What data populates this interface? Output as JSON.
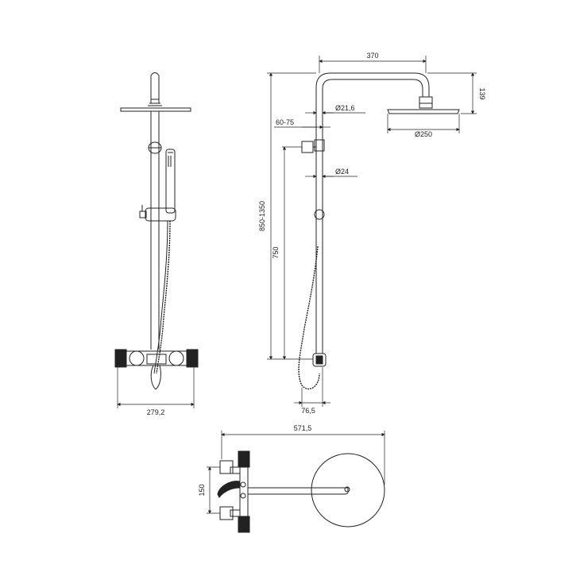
{
  "dimensions": {
    "width_front": "279,2",
    "depth_side": "76,5",
    "arm_length": "370",
    "head_height": "139",
    "head_diameter": "Ø250",
    "pipe_diameter_top": "Ø21,6",
    "pipe_diameter_bottom": "Ø24",
    "wall_offset": "60-75",
    "total_height": "850-1350",
    "rail_height": "750",
    "plan_width": "571,5",
    "plan_spacing": "150"
  }
}
